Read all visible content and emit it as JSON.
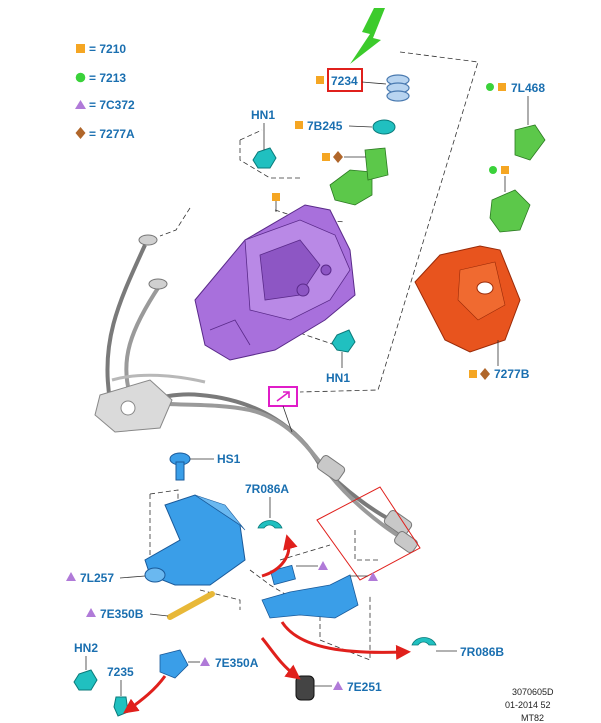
{
  "colors": {
    "label_blue": "#1a6fb0",
    "square_orange": "#f5a623",
    "circle_green": "#3ad23a",
    "triangle_purple": "#b07ad8",
    "diamond_brown": "#b0662a",
    "highlight_red": "#e0201c",
    "highlight_magenta": "#e01cc8",
    "pointer_green": "#3ccb2c",
    "part_purple": "#a870dc",
    "part_blue": "#3a9ee8",
    "part_green": "#5cc84a",
    "part_orange": "#e8541e",
    "part_teal": "#20c0c0",
    "part_yellow": "#e8b838"
  },
  "legend": [
    {
      "symbol": "square",
      "color": "orange",
      "label": "= 7210"
    },
    {
      "symbol": "circle",
      "color": "green",
      "label": "= 7213"
    },
    {
      "symbol": "triangle",
      "color": "purple",
      "label": "= 7C372"
    },
    {
      "symbol": "diamond",
      "color": "brown",
      "label": "= 7277A"
    }
  ],
  "callouts": {
    "hn1_top": "HN1",
    "hn1_bottom": "HN1",
    "p7234": "7234",
    "p7b245": "7B245",
    "p7l468": "7L468",
    "p7277b": "7277B",
    "hs1": "HS1",
    "p7r086a": "7R086A",
    "p7l257": "7L257",
    "p7e350b": "7E350B",
    "p7r086b": "7R086B",
    "hn2": "HN2",
    "p7235": "7235",
    "p7e350a": "7E350A",
    "p7e251": "7E251"
  },
  "reference": {
    "line1": "3070605D",
    "line2": "01-2014 52",
    "line3": "MT82"
  }
}
